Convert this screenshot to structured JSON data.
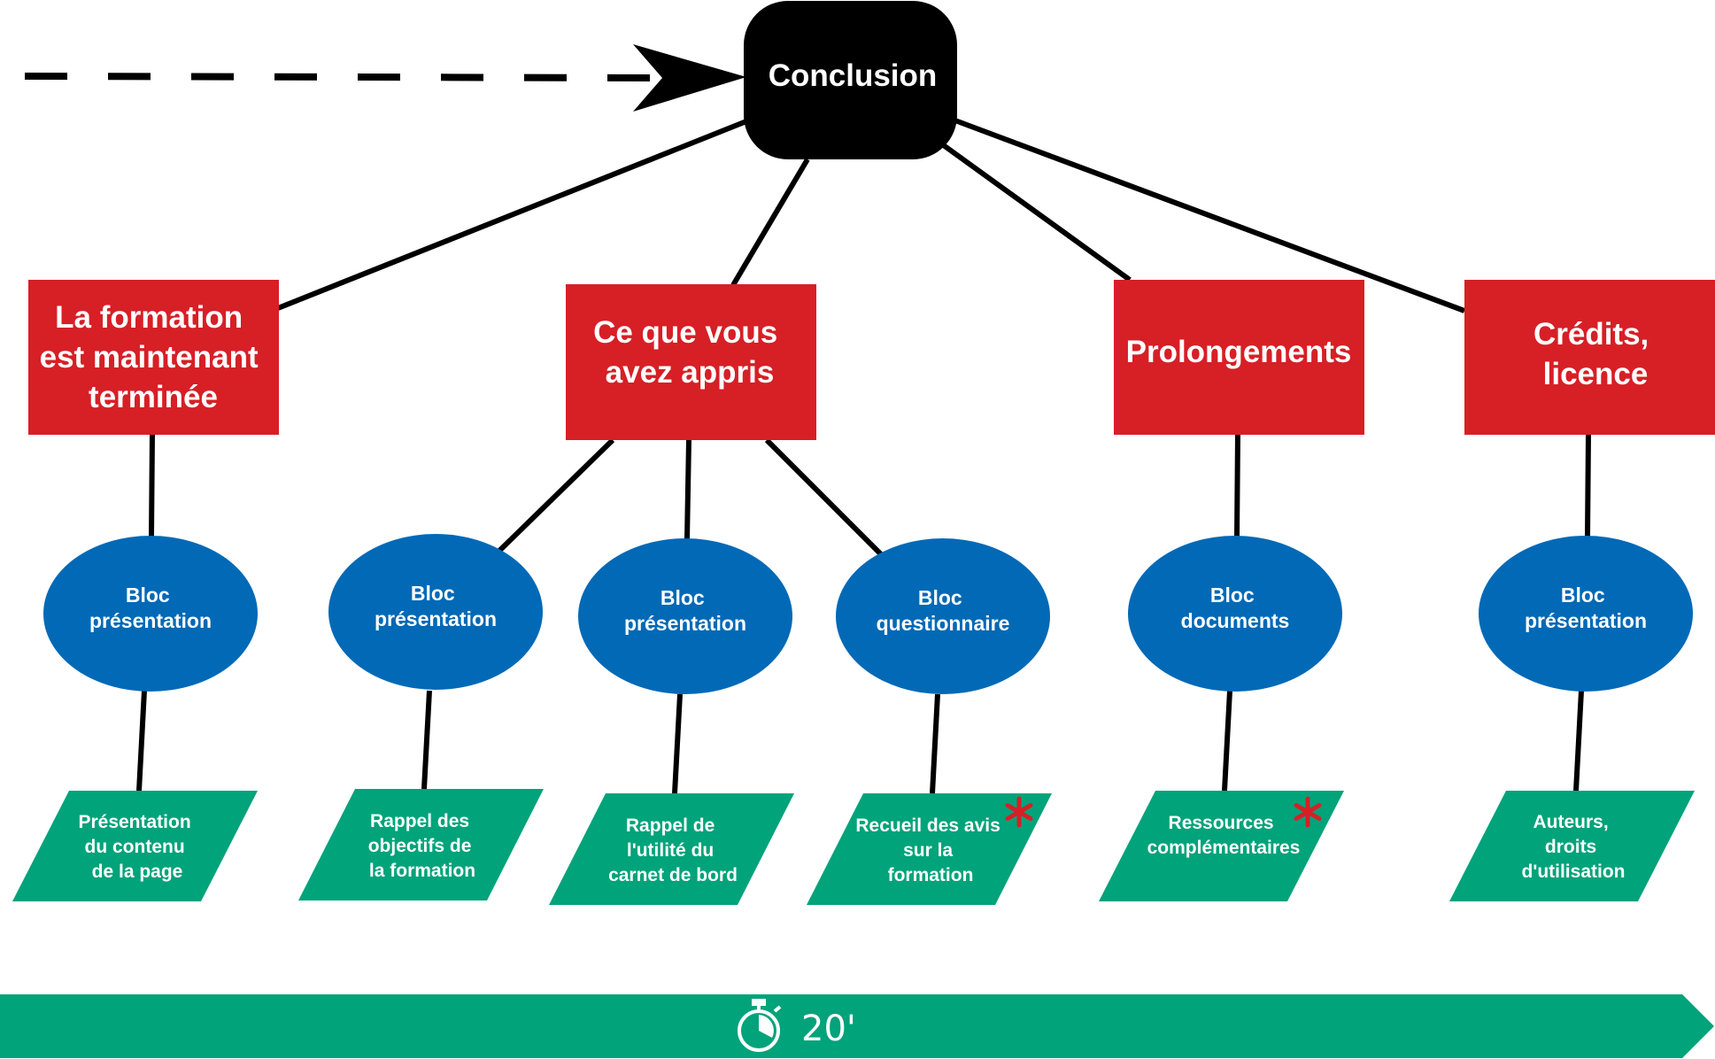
{
  "root": {
    "label": "Conclusion"
  },
  "colors": {
    "root": "#000000",
    "section": "#d71f26",
    "bloc": "#0169b6",
    "item": "#00a37a",
    "timeline": "#00a37a",
    "asterisk": "#d71f26"
  },
  "sections": [
    {
      "lines": [
        "La formation",
        "est maintenant",
        "terminée"
      ],
      "bloc": [
        "Bloc",
        "présentation"
      ],
      "item": [
        "Présentation",
        "du contenu",
        "de la page"
      ],
      "required": false
    },
    {
      "lines": [
        "Ce que vous",
        "avez appris"
      ],
      "blocs": [
        {
          "bloc": [
            "Bloc",
            "présentation"
          ],
          "item": [
            "Rappel des",
            "objectifs de",
            "la formation"
          ],
          "required": false
        },
        {
          "bloc": [
            "Bloc",
            "présentation"
          ],
          "item": [
            "Rappel de",
            "l'utilité du",
            "carnet de bord"
          ],
          "required": false
        },
        {
          "bloc": [
            "Bloc",
            "questionnaire"
          ],
          "item": [
            "Recueil des avis",
            "sur la",
            "formation"
          ],
          "required": true
        }
      ]
    },
    {
      "lines": [
        "Prolongements"
      ],
      "bloc": [
        "Bloc",
        "documents"
      ],
      "item": [
        "Ressources",
        "complémentaires"
      ],
      "required": true
    },
    {
      "lines": [
        "Crédits,",
        "licence"
      ],
      "bloc": [
        "Bloc",
        "présentation"
      ],
      "item": [
        "Auteurs,",
        "droits",
        "d'utilisation"
      ],
      "required": false
    }
  ],
  "timeline": {
    "duration": "20'",
    "icon": "stopwatch-icon"
  },
  "required_marker": "*"
}
